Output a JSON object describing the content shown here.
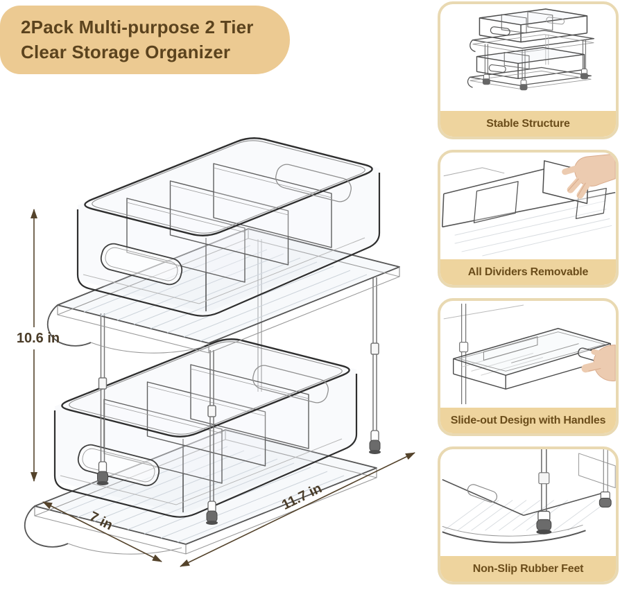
{
  "title": {
    "line1": "2Pack Multi-purpose 2 Tier",
    "line2": "Clear Storage Organizer"
  },
  "dimensions": {
    "height": "10.6 in",
    "width": "7 in",
    "depth": "11.7 in"
  },
  "features": [
    {
      "label": "Stable Structure",
      "illustration": "two-tier-organizer-wireframe"
    },
    {
      "label": "All Dividers Removable",
      "illustration": "hand-lifting-divider"
    },
    {
      "label": "Slide-out Design with Handles",
      "illustration": "hand-pulling-drawer-handle"
    },
    {
      "label": "Non-Slip Rubber Feet",
      "illustration": "rubber-feet-closeup"
    }
  ],
  "colors": {
    "banner_bg": "#ecca92",
    "banner_text": "#5b431e",
    "feature_label_bg": "#eed49e",
    "feature_label_text": "#6b4d1b",
    "panel_border": "#e9d9b2",
    "dimension_annotation": "#54432b",
    "line_art": "#2e2e2e",
    "hand_skin": "#eccbb0"
  }
}
